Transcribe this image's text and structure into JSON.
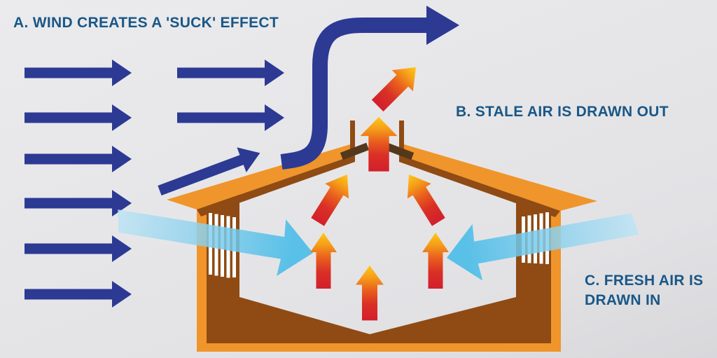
{
  "labels": {
    "a": "A. WIND CREATES A 'SUCK' EFFECT",
    "b": "B. STALE AIR IS DRAWN OUT",
    "c_line1": "C. FRESH AIR IS",
    "c_line2": "DRAWN IN"
  },
  "colors": {
    "background_top": "#ebebed",
    "background_bottom": "#d8d8db",
    "label_text": "#1a5787",
    "wind_arrow_navy": "#2c3a94",
    "house_orange": "#f0952b",
    "house_brown": "#8f4b13",
    "ridge_baffle_brown": "#53381c",
    "vent_slat_white": "#ffffff",
    "hot_air_red": "#d31f2c",
    "hot_air_mid_orange": "#e95f1e",
    "hot_air_yellow": "#fec917",
    "fresh_air_pale_blue": "#bfe4f4",
    "fresh_air_blue": "#41bae8"
  },
  "diagram": {
    "wind_arrow_rows": 6,
    "short_wind_arrows": 2,
    "vent_slats_per_wall": 5,
    "hot_air_arrows": 7,
    "fresh_air_arrows": 2
  }
}
